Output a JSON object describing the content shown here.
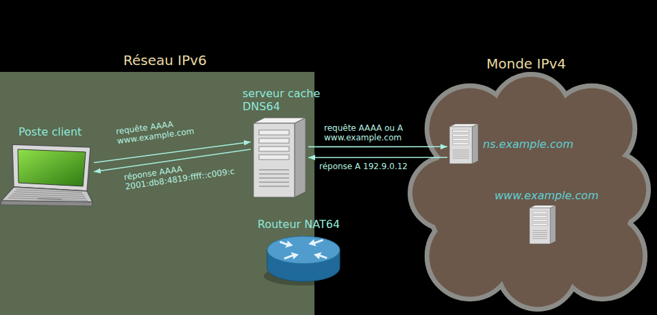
{
  "diagram": {
    "nodes": [
      {
        "text": [
          "Réseau IPv6"
        ]
      },
      {
        "text": [
          "Poste client"
        ],
        "in": 0
      },
      {
        "text": [
          "serveur cache DNS64"
        ],
        "in": 0
      },
      {
        "text": [
          "Routeur NAT64"
        ],
        "in": 0
      },
      {
        "text": [
          "Monde IPv4"
        ]
      },
      {
        "text": [
          "ns.example.com"
        ],
        "in": 4
      },
      {
        "text": [
          "www.example.com"
        ],
        "in": 4
      }
    ],
    "edges": [
      {
        "from": 1,
        "to": 2,
        "arrow": "to",
        "label": "requête AAAA www.example.com"
      },
      {
        "from": 2,
        "to": 1,
        "arrow": "to",
        "label": "réponse AAAA 2001:db8:4819:ffff::c009:c"
      },
      {
        "from": 2,
        "to": 5,
        "arrow": "to",
        "label": "requête AAAA ou A www.example.com"
      },
      {
        "from": 5,
        "to": 2,
        "arrow": "to",
        "label": "réponse A 192.9.0.12"
      }
    ]
  }
}
